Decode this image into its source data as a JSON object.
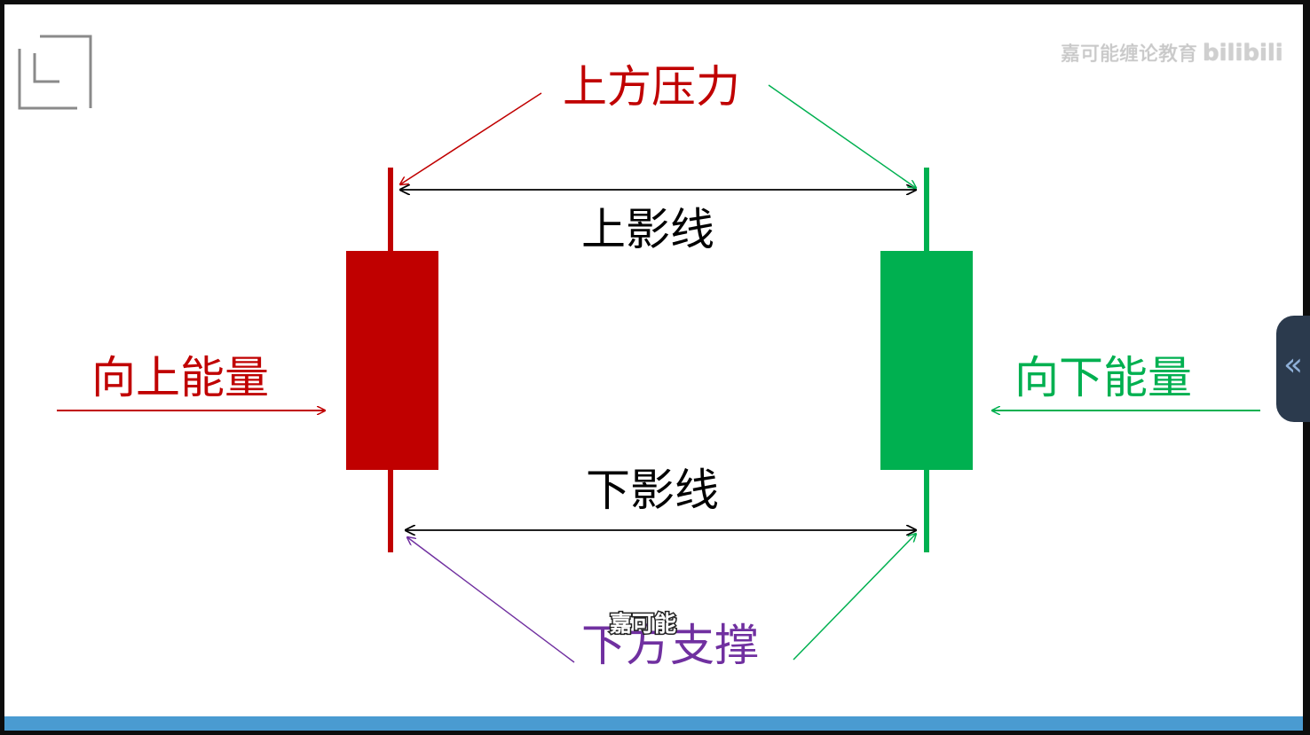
{
  "watermark": {
    "text": "嘉可能缠论教育",
    "brand": "bilibili"
  },
  "subtitle": "嘉可能",
  "labels": {
    "upper_pressure": "上方压力",
    "upper_shadow": "上影线",
    "lower_shadow": "下影线",
    "lower_support": "下方支撑",
    "upward_energy": "向上能量",
    "downward_energy": "向下能量"
  },
  "colors": {
    "red": "#c00000",
    "green": "#00b050",
    "purple": "#7030a0",
    "black": "#000000",
    "bar": "#4a9bd1"
  },
  "icons": {
    "logo": "bracket-logo-icon",
    "side_toggle": "double-chevron-left-icon"
  },
  "side_toggle_glyph": "«"
}
